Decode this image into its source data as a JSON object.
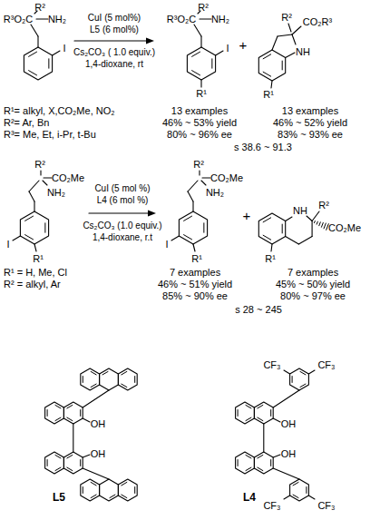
{
  "diagram": {
    "labels": [
      "R³O₂C",
      "R²",
      "NH₂",
      "I",
      "CuI (5 mol%)",
      "L5 (6 mol%)",
      "Cs₂CO₃ ( 1.0 equiv.)",
      "1,4-dioxane, rt",
      "R³O₂C",
      "R²",
      "NH₂",
      "I",
      "R¹",
      "+",
      "R²",
      "CO₂R³",
      "NH",
      "R¹",
      "13 examples",
      "46% ~ 53% yield",
      "80% ~ 96% ee",
      "13 examples",
      "46% ~ 52% yield",
      "83% ~ 93% ee",
      "s 38.6 ~ 91.3",
      "R¹= alkyl, X,CO₂Me, NO₂",
      "R²= Ar, Bn",
      "R³= Me, Et, i-Pr, t-Bu",
      "R²",
      "CO₂Me",
      "NH₂",
      "I",
      "R¹",
      "CuI (5 mol %)",
      "L4 (6 mol %)",
      "Cs₂CO₃ (1.0 equiv.)",
      "1,4-dioxane, r.t",
      "R²",
      "CO₂Me",
      "NH₂",
      "I",
      "R¹",
      "+",
      "R²",
      "CO₂Me",
      "NH",
      "R¹",
      "7 examples",
      "46% ~ 51% yield",
      "85% ~ 90% ee",
      "7 examples",
      "45% ~ 50% yield",
      "80% ~ 97% ee",
      "s 28 ~ 245",
      "R¹ = H, Me, Cl",
      "R² = alkyl, Ar",
      "OH",
      "OH",
      "L5",
      "CF₃",
      "CF₃",
      "OH",
      "OH",
      "CF₃",
      "CF₃",
      "L4"
    ]
  }
}
